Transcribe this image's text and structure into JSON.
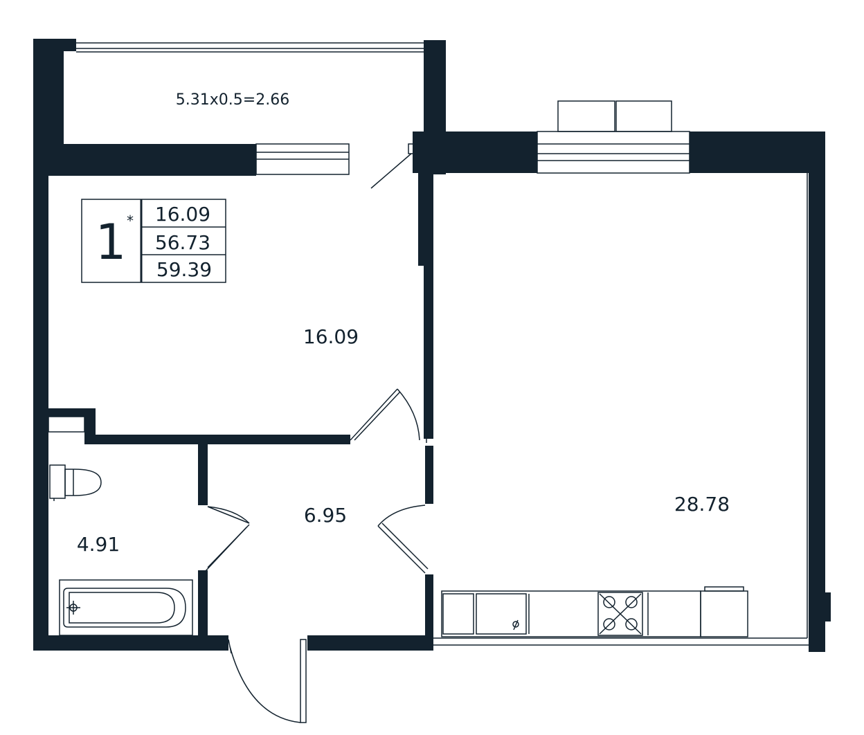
{
  "colors": {
    "wall": "#13222e",
    "line": "#13222e",
    "background": "#ffffff"
  },
  "balcony": {
    "area_formula": "5.31x0.5=2.66"
  },
  "summary": {
    "rooms": "1",
    "asterisk": "*",
    "living_area": "16.09",
    "total_area": "56.73",
    "total_with_balcony": "59.39"
  },
  "rooms": {
    "bedroom_area": "16.09",
    "hall_area": "6.95",
    "bathroom_area": "4.91",
    "kitchen_living_area": "28.78"
  },
  "icons": [
    "toilet-icon",
    "bathtub-icon",
    "sink-icon",
    "stove-icon",
    "dishwasher-icon"
  ]
}
